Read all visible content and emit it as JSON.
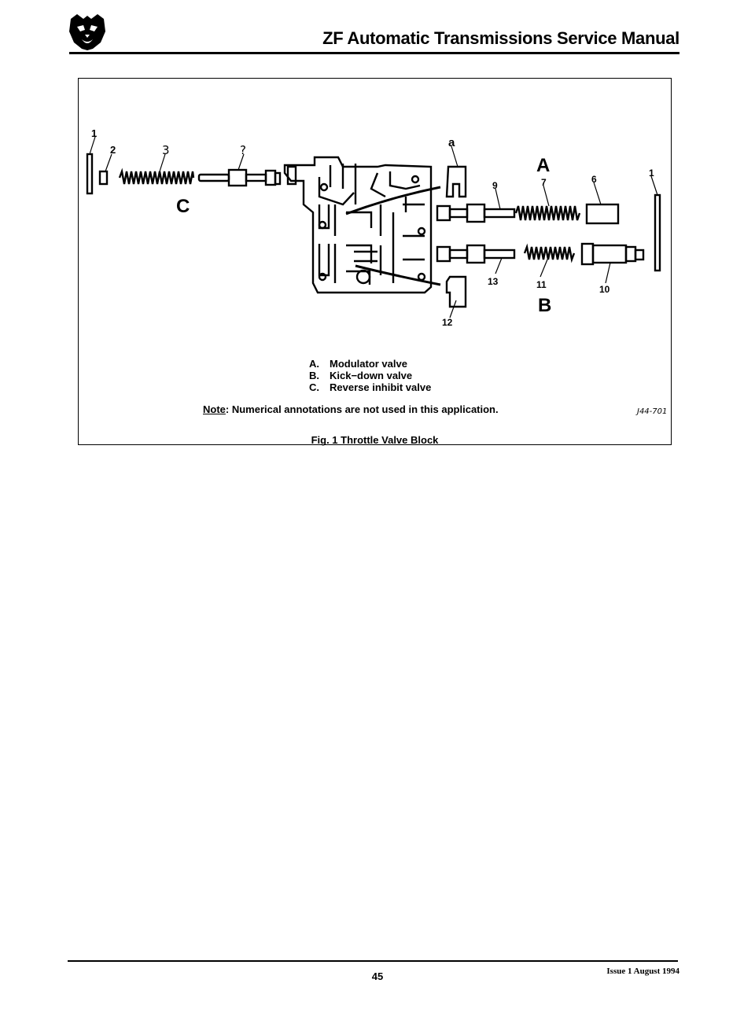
{
  "header": {
    "title": "ZF Automatic Transmissions Service Manual"
  },
  "figure": {
    "callouts": {
      "c1": "1",
      "c2": "2",
      "c3": "3",
      "c4": "?",
      "ca": "a",
      "cA": "A",
      "c9": "9",
      "c7": "7",
      "c6": "6",
      "c1b": "1",
      "cC": "C",
      "c13": "13",
      "c11": "11",
      "c10": "10",
      "cB": "B",
      "c12": "12"
    },
    "legend": [
      {
        "key": "A.",
        "text": "Modulator valve"
      },
      {
        "key": "B.",
        "text": "Kick−down valve"
      },
      {
        "key": "C.",
        "text": "Reverse inhibit valve"
      }
    ],
    "note_label": "Note",
    "note_text": ":  Numerical annotations are not used in this application.",
    "ref_code": "J44-701",
    "caption": "Fig. 1  Throttle Valve Block"
  },
  "footer": {
    "page_number": "45",
    "issue": "Issue 1 August 1994"
  }
}
